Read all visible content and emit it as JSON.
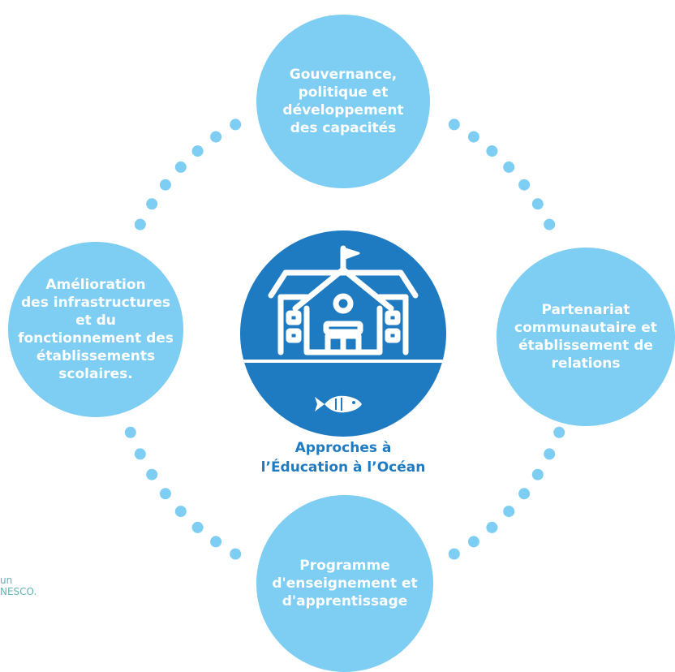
{
  "diagram": {
    "nodes": {
      "top": "Gouvernance,\npolitique et\ndéveloppement\ndes capacités",
      "right": "Partenariat\ncommunautaire et\nétablissement de\nrelations",
      "bottom": "Programme\nd'enseignement et\nd'apprentissage",
      "left": "Amélioration\ndes infrastructures\net du\nfonctionnement des\nétablissements\nscolaires."
    },
    "center_label": "Approches à\nl’Éducation à l’Océan",
    "side_note": "un\nNESCO."
  },
  "colors": {
    "node": "#7ecdf2",
    "center": "#1e7bc1",
    "dots": "#7ecdf2",
    "side_note": "#5fb6b4"
  },
  "icons": {
    "center": "school-building-icon",
    "fish": "fish-icon"
  }
}
